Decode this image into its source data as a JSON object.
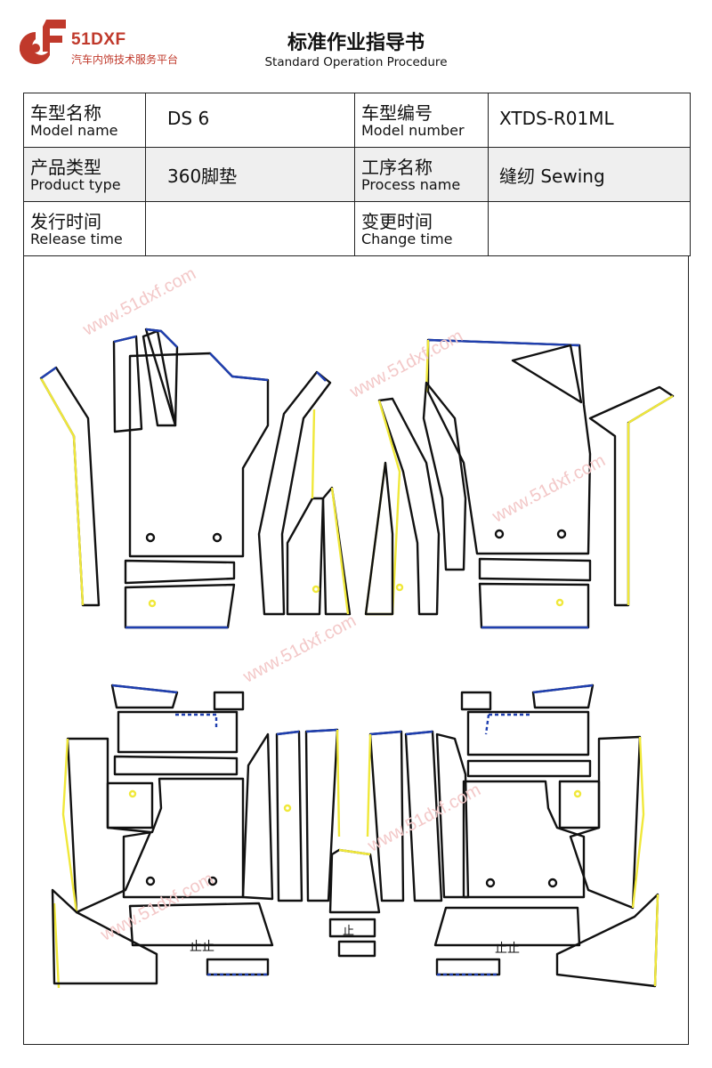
{
  "header": {
    "brand_name": "51DXF",
    "brand_tagline": "汽车内饰技术服务平台",
    "title": "标准作业指导书",
    "subtitle": "Standard Operation Procedure"
  },
  "info_table": {
    "model_name": {
      "zh": "车型名称",
      "en": "Model name",
      "value": "DS 6"
    },
    "model_number": {
      "zh": "车型编号",
      "en": "Model number",
      "value": "XTDS-R01ML"
    },
    "product_type": {
      "zh": "产品类型",
      "en": "Product type",
      "value": "360脚垫"
    },
    "process_name": {
      "zh": "工序名称",
      "en": "Process name",
      "value": "缝纫 Sewing"
    },
    "release_time": {
      "zh": "发行时间",
      "en": "Release time",
      "value": ""
    },
    "change_time": {
      "zh": "变更时间",
      "en": "Change time",
      "value": ""
    }
  },
  "pattern": {
    "stop_mark": "止止",
    "stop_mark_single": "止",
    "colors": {
      "outline": "#111111",
      "seam_blue": "#1f3fb0",
      "seam_yellow": "#f0e83a"
    }
  },
  "watermark": "www.51dxf.com"
}
